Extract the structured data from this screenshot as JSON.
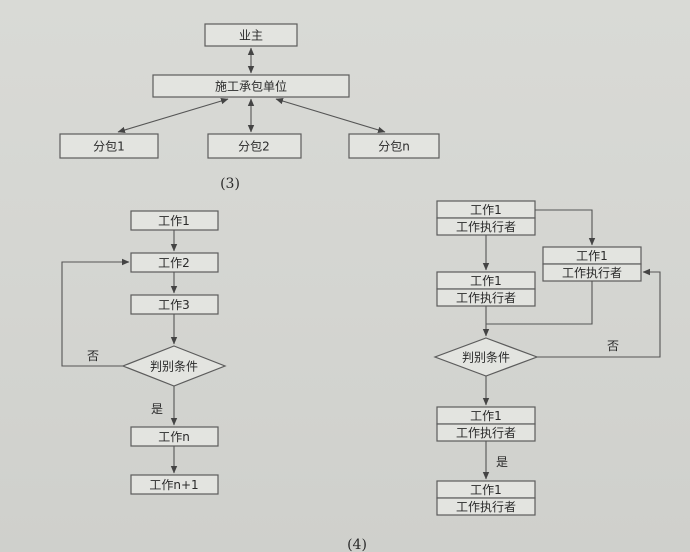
{
  "figure3": {
    "owner": "业主",
    "contractor": "施工承包单位",
    "sub1": "分包1",
    "sub2": "分包2",
    "subn": "分包n",
    "caption": "(3)"
  },
  "figure4_left": {
    "work1": "工作1",
    "work2": "工作2",
    "work3": "工作3",
    "decision": "判别条件",
    "no_label": "否",
    "yes_label": "是",
    "workn": "工作n",
    "workn1": "工作n+1"
  },
  "figure4_right": {
    "work_label": "工作1",
    "executor_label": "工作执行者",
    "decision": "判别条件",
    "no_label": "否",
    "yes_label": "是"
  },
  "caption4": "(4)"
}
